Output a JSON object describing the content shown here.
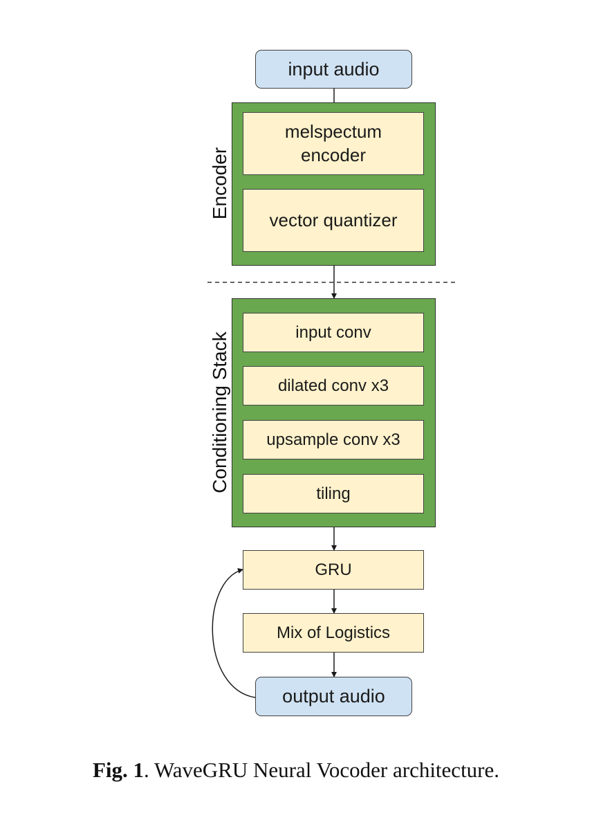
{
  "nodes": {
    "input_audio": "input audio",
    "melspectrum_encoder": "melspectum encoder",
    "vector_quantizer": "vector quantizer",
    "input_conv": "input conv",
    "dilated_conv": "dilated conv x3",
    "upsample_conv": "upsample conv x3",
    "tiling": "tiling",
    "gru": "GRU",
    "mix_of_logistics": "Mix of Logistics",
    "output_audio": "output audio"
  },
  "groups": {
    "encoder": "Encoder",
    "conditioning_stack": "Conditioning Stack"
  },
  "caption": {
    "label": "Fig. 1",
    "text": ". WaveGRU Neural Vocoder architecture."
  },
  "colors": {
    "io_fill": "#cfe2f3",
    "group_fill": "#6aa84f",
    "block_fill": "#fff2cc"
  }
}
